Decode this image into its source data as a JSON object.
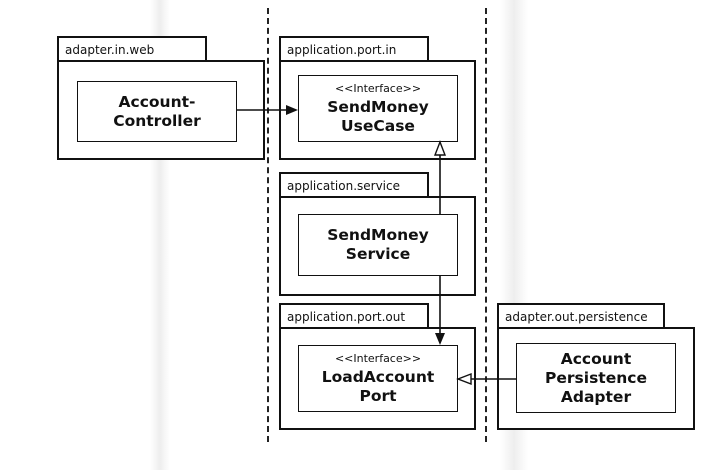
{
  "packages": {
    "adapter_in_web": {
      "label": "adapter.in.web",
      "component": {
        "name": "Account-\nController"
      }
    },
    "application_port_in": {
      "label": "application.port.in",
      "component": {
        "stereotype": "<<Interface>>",
        "name": "SendMoney\nUseCase"
      }
    },
    "application_service": {
      "label": "application.service",
      "component": {
        "name": "SendMoney\nService"
      }
    },
    "application_port_out": {
      "label": "application.port.out",
      "component": {
        "stereotype": "<<Interface>>",
        "name": "LoadAccount\nPort"
      }
    },
    "adapter_out_persistence": {
      "label": "adapter.out.persistence",
      "component": {
        "name": "Account\nPersistence\nAdapter"
      }
    }
  }
}
